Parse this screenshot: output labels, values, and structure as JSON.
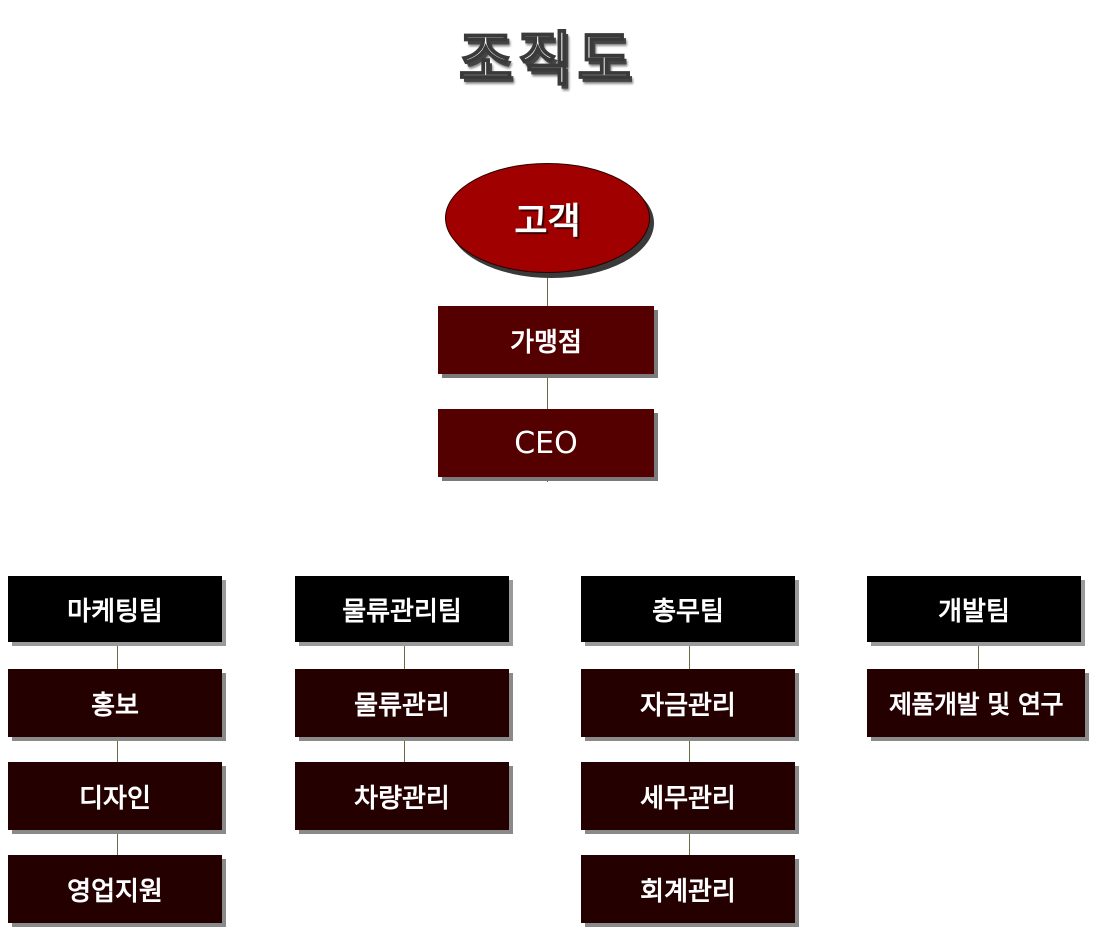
{
  "title": "조직도",
  "top": {
    "customer": "고객",
    "franchise": "가맹점",
    "ceo": "CEO"
  },
  "teams": [
    {
      "name": "마케팅팀",
      "items": [
        "홍보",
        "디자인",
        "영업지원"
      ]
    },
    {
      "name": "물류관리팀",
      "items": [
        "물류관리",
        "차량관리"
      ]
    },
    {
      "name": "총무팀",
      "items": [
        "자금관리",
        "세무관리",
        "회계관리"
      ]
    },
    {
      "name": "개발팀",
      "items": [
        "제품개발 및 연구"
      ]
    }
  ]
}
